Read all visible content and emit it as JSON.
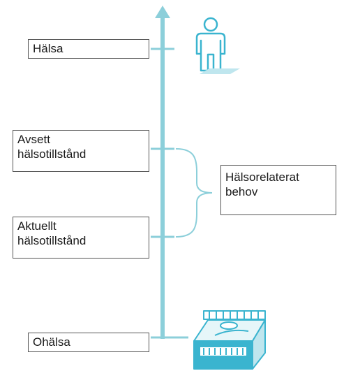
{
  "labels": {
    "health": "Hälsa",
    "intended_line1": "Avsett",
    "intended_line2": "hälsotillstånd",
    "actual_line1": "Aktuellt",
    "actual_line2": "hälsotillstånd",
    "need_line1": "Hälsorelaterat",
    "need_line2": "behov",
    "illness": "Ohälsa"
  },
  "colors": {
    "axis": "#8ccfda",
    "bracket": "#8ccfda",
    "icon": "#3ab4cf",
    "box_border": "#555555"
  },
  "icons": {
    "top": "person-icon",
    "bottom": "hospital-bed-icon"
  }
}
